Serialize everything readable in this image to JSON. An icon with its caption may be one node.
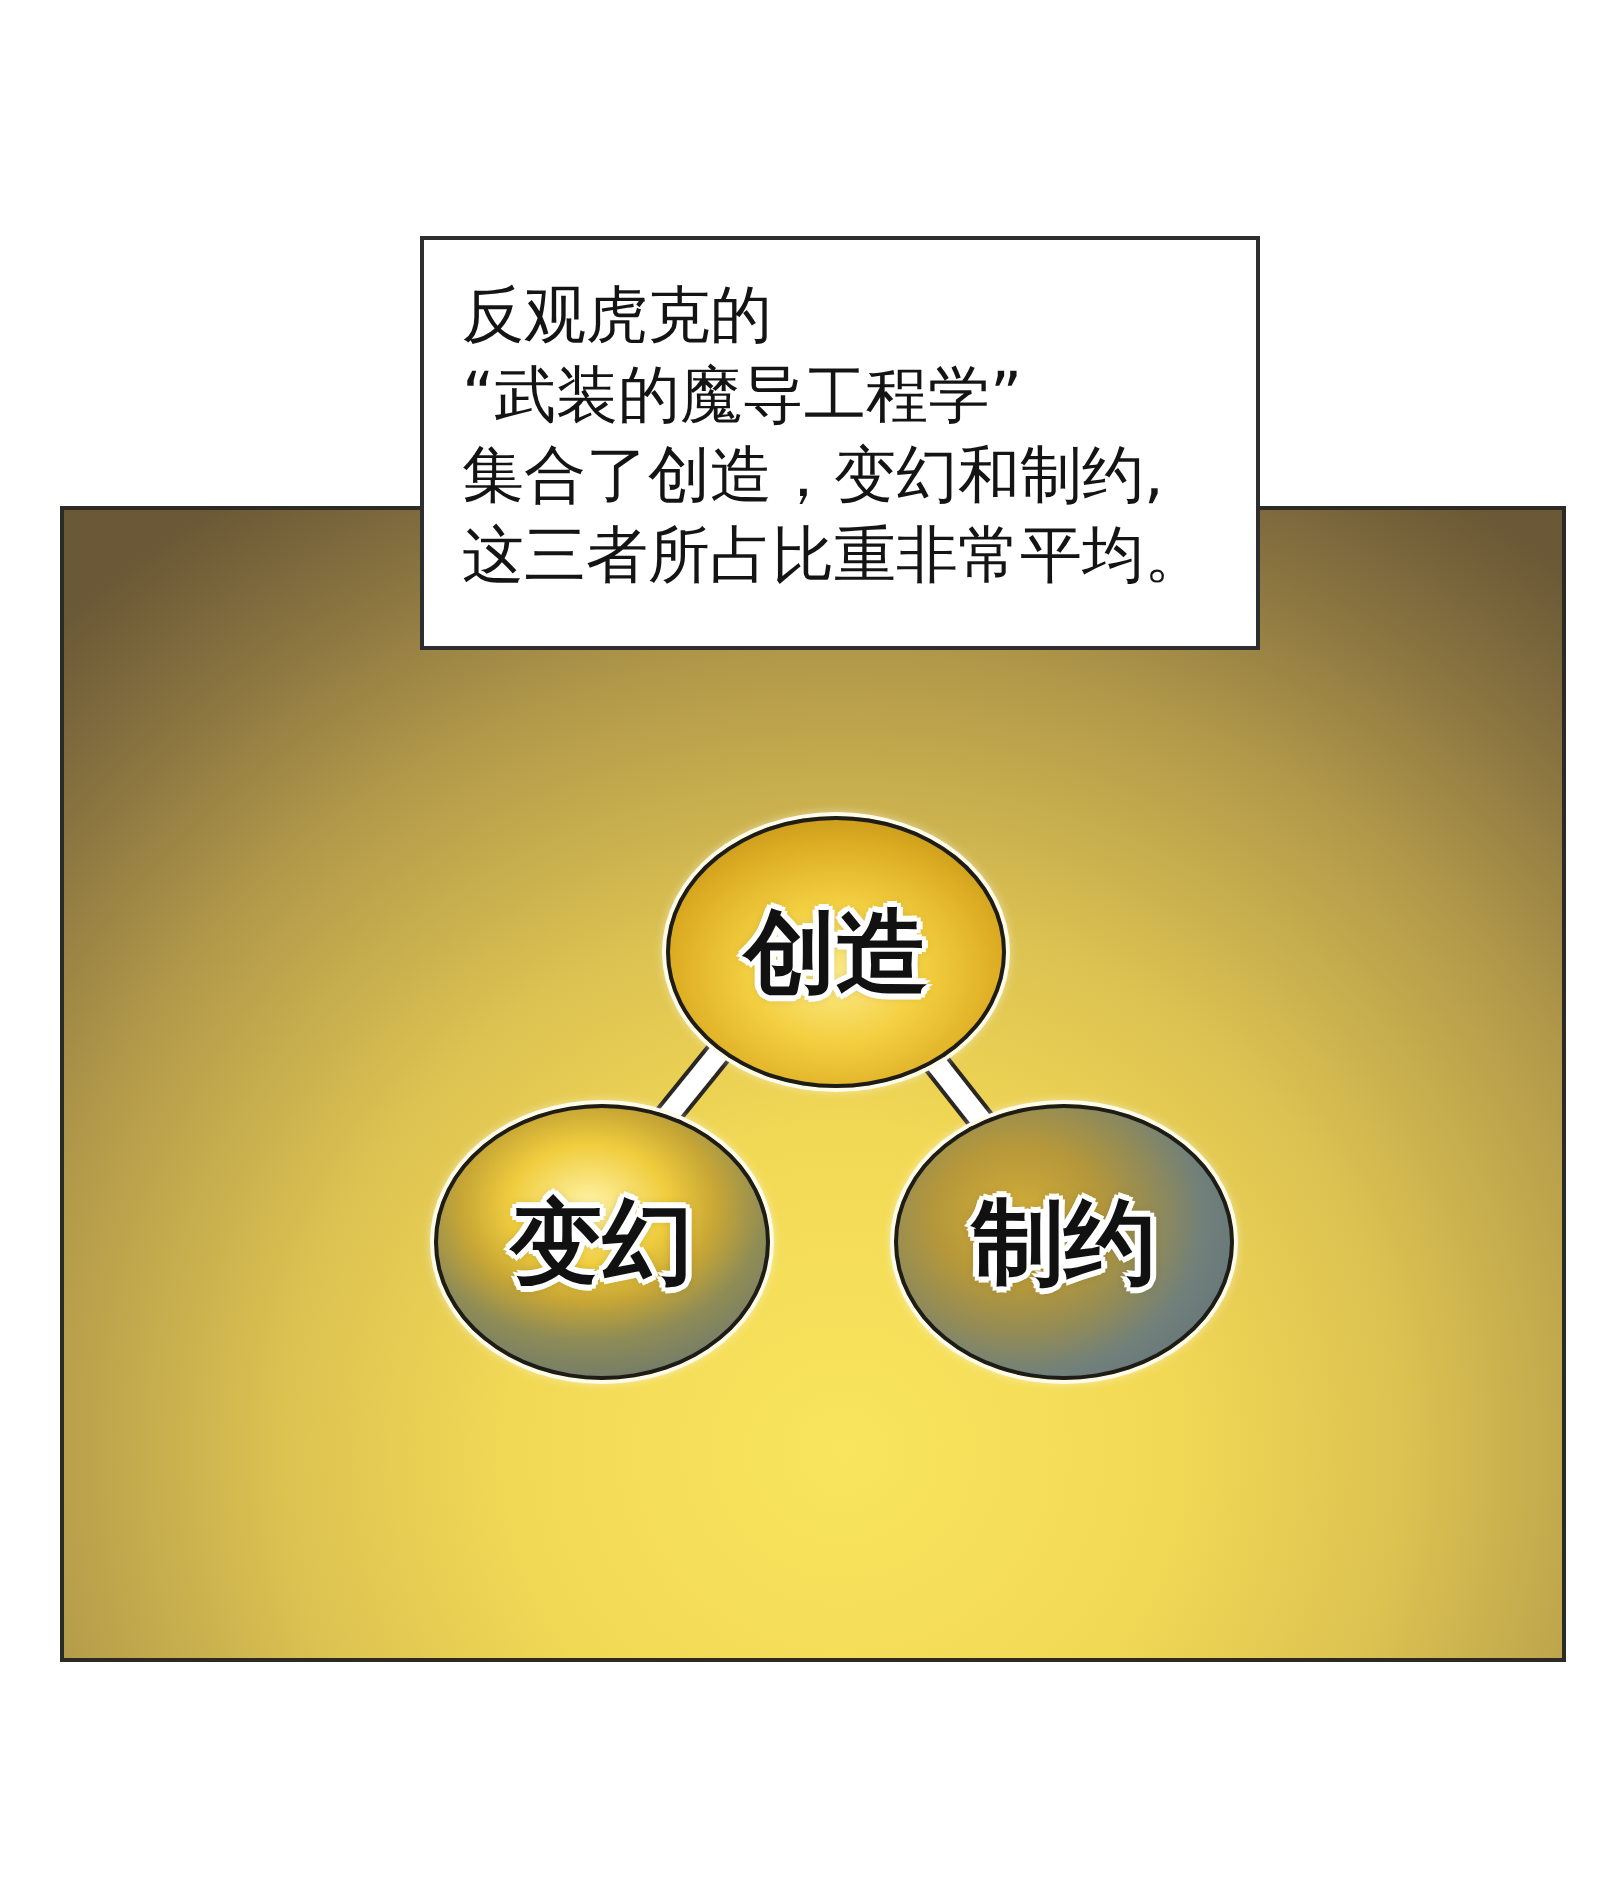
{
  "diagram": {
    "nodes": [
      {
        "text": [
          "反观虎克的“武装的魔导工程学”集合了创造，变幻和制约,这三者所占比重非常平均。"
        ]
      },
      {
        "text": [
          "创造"
        ]
      },
      {
        "text": [
          "变幻"
        ]
      },
      {
        "text": [
          "制约"
        ]
      }
    ],
    "edges": [
      {
        "from": 1,
        "to": 2,
        "arrow": "none"
      },
      {
        "from": 1,
        "to": 3,
        "arrow": "none"
      },
      {
        "from": 2,
        "to": 3,
        "arrow": "none"
      }
    ]
  }
}
